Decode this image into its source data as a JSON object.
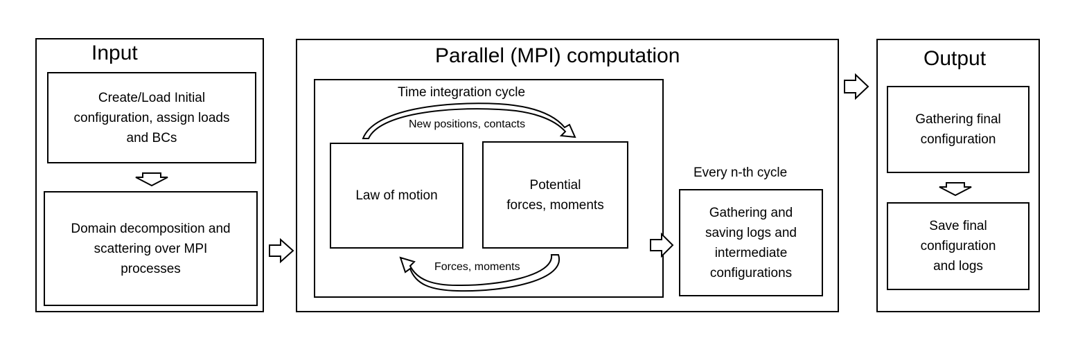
{
  "input": {
    "title": "Input",
    "step1": "Create/Load Initial\nconfiguration, assign loads\nand BCs",
    "step2": "Domain  decomposition and\nscattering over MPI\nprocesses"
  },
  "compute": {
    "title": "Parallel (MPI) computation",
    "cycle_title": "Time integration cycle",
    "law": "Law of motion",
    "potential": "Potential\nforces, moments",
    "top_arrow_label": "New positions, contacts",
    "bottom_arrow_label": "Forces, moments",
    "every_label": "Every n-th cycle",
    "gather": "Gathering and\nsaving  logs and\nintermediate\nconfigurations"
  },
  "output": {
    "title": "Output",
    "step1": "Gathering final\nconfiguration",
    "step2": "Save final\nconfiguration\nand logs"
  }
}
